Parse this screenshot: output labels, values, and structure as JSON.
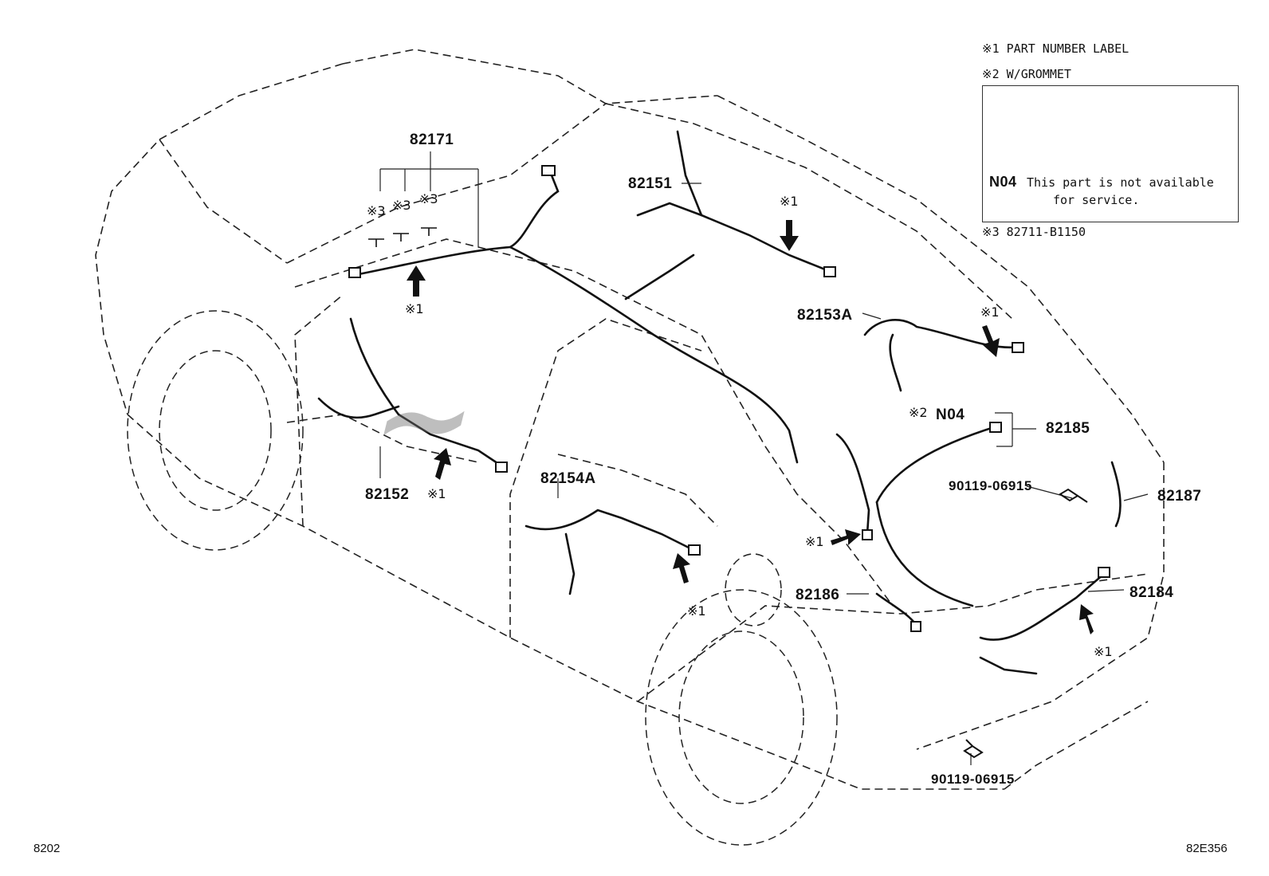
{
  "legend": {
    "note1": "※1 PART NUMBER LABEL",
    "note2": "※2 W/GROMMET",
    "note3": "※3 82711-B1150",
    "box_part": "N04",
    "box_text_line1": "This part is not available",
    "box_text_line2": "for service."
  },
  "parts": {
    "p82171": "82171",
    "p82151": "82151",
    "p82153A": "82153A",
    "p82152": "82152",
    "p82154A": "82154A",
    "p82185": "82185",
    "p82187": "82187",
    "p82186": "82186",
    "p82184": "82184",
    "n04": "N04",
    "bolt_upper": "90119-06915",
    "bolt_lower": "90119-06915"
  },
  "marks": {
    "m1": "※1",
    "m2": "※2",
    "m3": "※3"
  },
  "footer": {
    "left_code": "8202",
    "right_code": "82E356"
  },
  "icons": [
    "arrow-icon",
    "grommet-icon",
    "bolt-icon",
    "connector-icon"
  ]
}
